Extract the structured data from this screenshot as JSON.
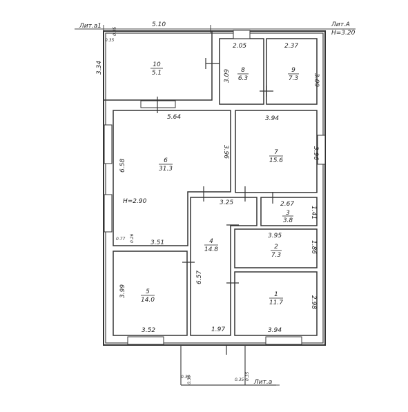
{
  "labels": {
    "lit_a1": "Лит.а1",
    "lit_a": "Лит.А",
    "lit_a_lower": "Лит.а",
    "height_main": "H=3.20",
    "height_room6": "H=2.90"
  },
  "rooms": [
    {
      "number": "10",
      "area": "5.1"
    },
    {
      "number": "8",
      "area": "6.3"
    },
    {
      "number": "9",
      "area": "7.3"
    },
    {
      "number": "6",
      "area": "31.3"
    },
    {
      "number": "7",
      "area": "15.6"
    },
    {
      "number": "3",
      "area": "3.8"
    },
    {
      "number": "4",
      "area": "14.8"
    },
    {
      "number": "2",
      "area": "7.3"
    },
    {
      "number": "5",
      "area": "14.0"
    },
    {
      "number": "1",
      "area": "11.7"
    }
  ],
  "dimensions": {
    "top_width": "5.10",
    "left_height_10": "3.34",
    "r8_width": "2.05",
    "r8_height": "3.09",
    "r9_width": "2.37",
    "r9_height": "3.09",
    "r6_width": "5.64",
    "r6_height_left": "6.58",
    "r6_height_right": "3.96",
    "r6_bottom": "3.51",
    "r7_width": "3.94",
    "r7_height": "3.96",
    "corr_width": "3.25",
    "r3_width": "2.67",
    "r3_height": "1.41",
    "r2_width": "3.95",
    "r2_height": "1.86",
    "r4_height": "6.57",
    "r5_height": "3.99",
    "r5_width": "3.52",
    "r4_bottom": "1.97",
    "r1_width": "3.94",
    "r1_height": "2.98",
    "wall_035_a": "0.35",
    "wall_035_b": "0.35",
    "wall_077": "0.77",
    "wall_026": "0.26",
    "wall_035_c": "0.35",
    "wall_035_d": "0.35",
    "wall_035_e": "0.35",
    "wall_035_f": "0.35"
  }
}
